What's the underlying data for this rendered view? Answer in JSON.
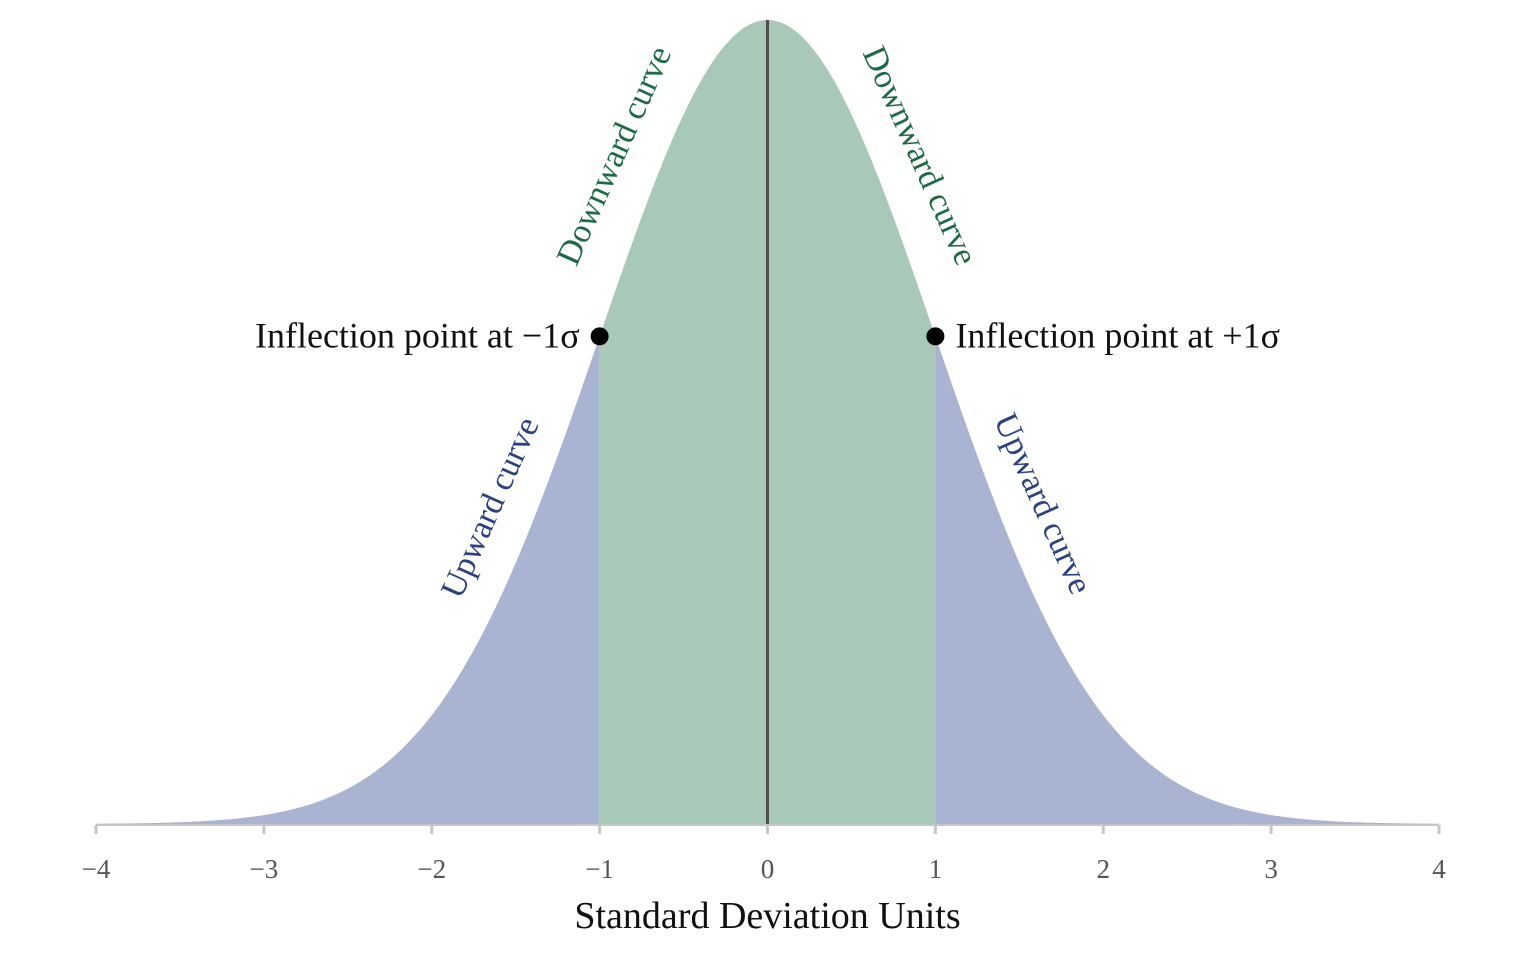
{
  "chart_data": {
    "type": "area",
    "title": "",
    "xlabel": "Standard Deviation Units",
    "ylabel": "",
    "xlim": [
      -4,
      4
    ],
    "x_ticks": [
      -4,
      -3,
      -2,
      -1,
      0,
      1,
      2,
      3,
      4
    ],
    "x_tick_labels": [
      "−4",
      "−3",
      "−2",
      "−1",
      "0",
      "1",
      "2",
      "3",
      "4"
    ],
    "grid": false,
    "legend": "none",
    "mean_line_x": 0,
    "series": [
      {
        "x_range": [
          -4,
          -1
        ],
        "curvature": "upward",
        "color": "#a9b3d2"
      },
      {
        "x_range": [
          -1,
          1
        ],
        "curvature": "downward",
        "color": "#a8c8b8"
      },
      {
        "x_range": [
          1,
          4
        ],
        "curvature": "upward",
        "color": "#a9b3d2"
      }
    ],
    "inflection_points": [
      {
        "x": -1,
        "label": "Inflection point at −1σ"
      },
      {
        "x": 1,
        "label": "Inflection point at +1σ"
      }
    ],
    "annotations": {
      "downward_left": "Downward curve",
      "downward_right": "Downward curve",
      "upward_left": "Upward curve",
      "upward_right": "Upward curve"
    },
    "colors": {
      "upward_fill": "#a9b3d2",
      "downward_fill": "#a8c8b8",
      "upward_text": "#2a4185",
      "downward_text": "#1c6b44",
      "mean_line": "#4d4d4d",
      "axis": "#c6c6c6",
      "point": "#000000"
    }
  }
}
